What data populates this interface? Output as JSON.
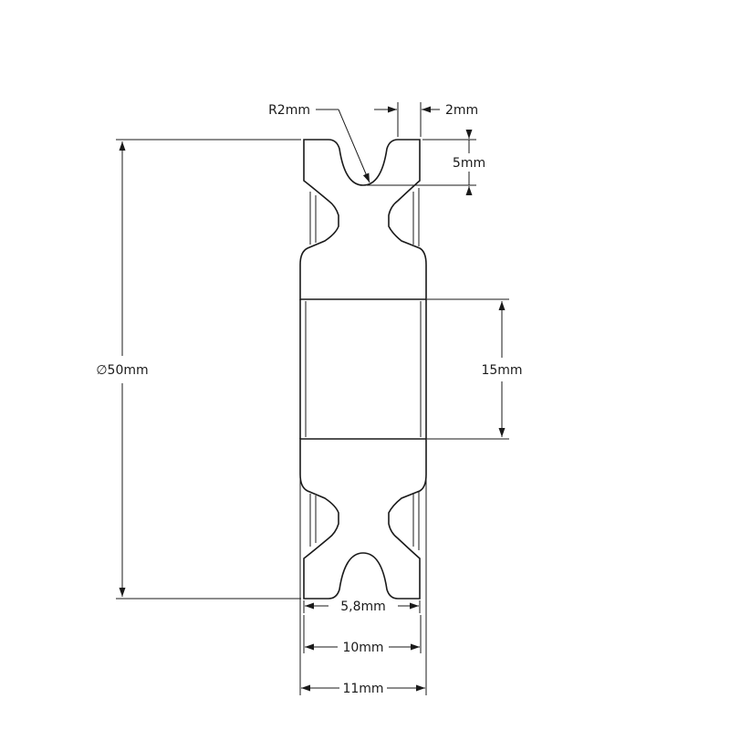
{
  "drawing": {
    "dimensions": {
      "groove_radius": "R2mm",
      "groove_bottom_width": "2mm",
      "groove_depth": "5mm",
      "outer_diameter": "∅50mm",
      "bore_diameter": "15mm",
      "groove_opening_width": "5,8mm",
      "rim_width": "10mm",
      "hub_width": "11mm"
    },
    "colors": {
      "line": "#1a1a1a",
      "background": "#ffffff"
    }
  }
}
